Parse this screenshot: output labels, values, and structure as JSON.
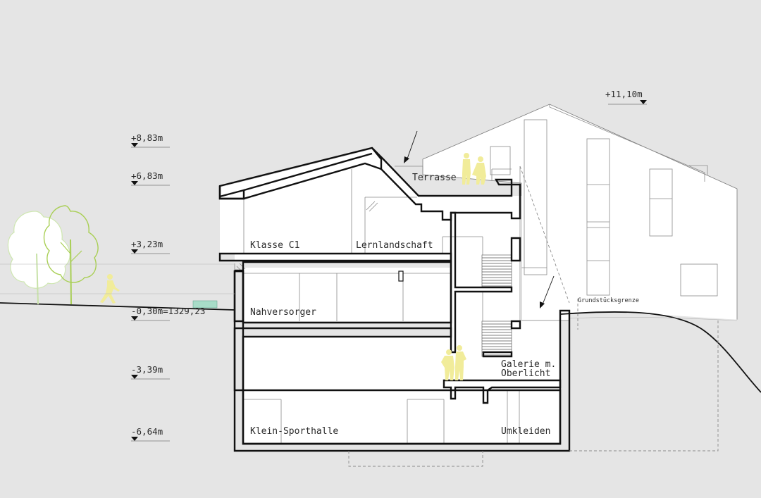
{
  "levels": {
    "l1": "+8,83m",
    "l2": "+6,83m",
    "l3": "+3,23m",
    "l4": "-0,30m=1329,23",
    "l5": "-3,39m",
    "l6": "-6,64m",
    "l7": "+11,10m"
  },
  "rooms": {
    "terrasse": "Terrasse",
    "klasse": "Klasse C1",
    "lernlandschaft": "Lernlandschaft",
    "nahversorger": "Nahversorger",
    "galerie_1": "Galerie m.",
    "galerie_2": "Oberlicht",
    "sporthalle": "Klein-Sporthalle",
    "umkleiden": "Umkleiden"
  },
  "annotations": {
    "grundstuecksgrenze": "Grundstücksgrenze"
  },
  "colors": {
    "background": "#e5e5e5",
    "figure": "#f1ec9a",
    "tree_light": "#d7ecbf",
    "tree_accent": "#a9cf55",
    "water": "#a8dcc8"
  }
}
